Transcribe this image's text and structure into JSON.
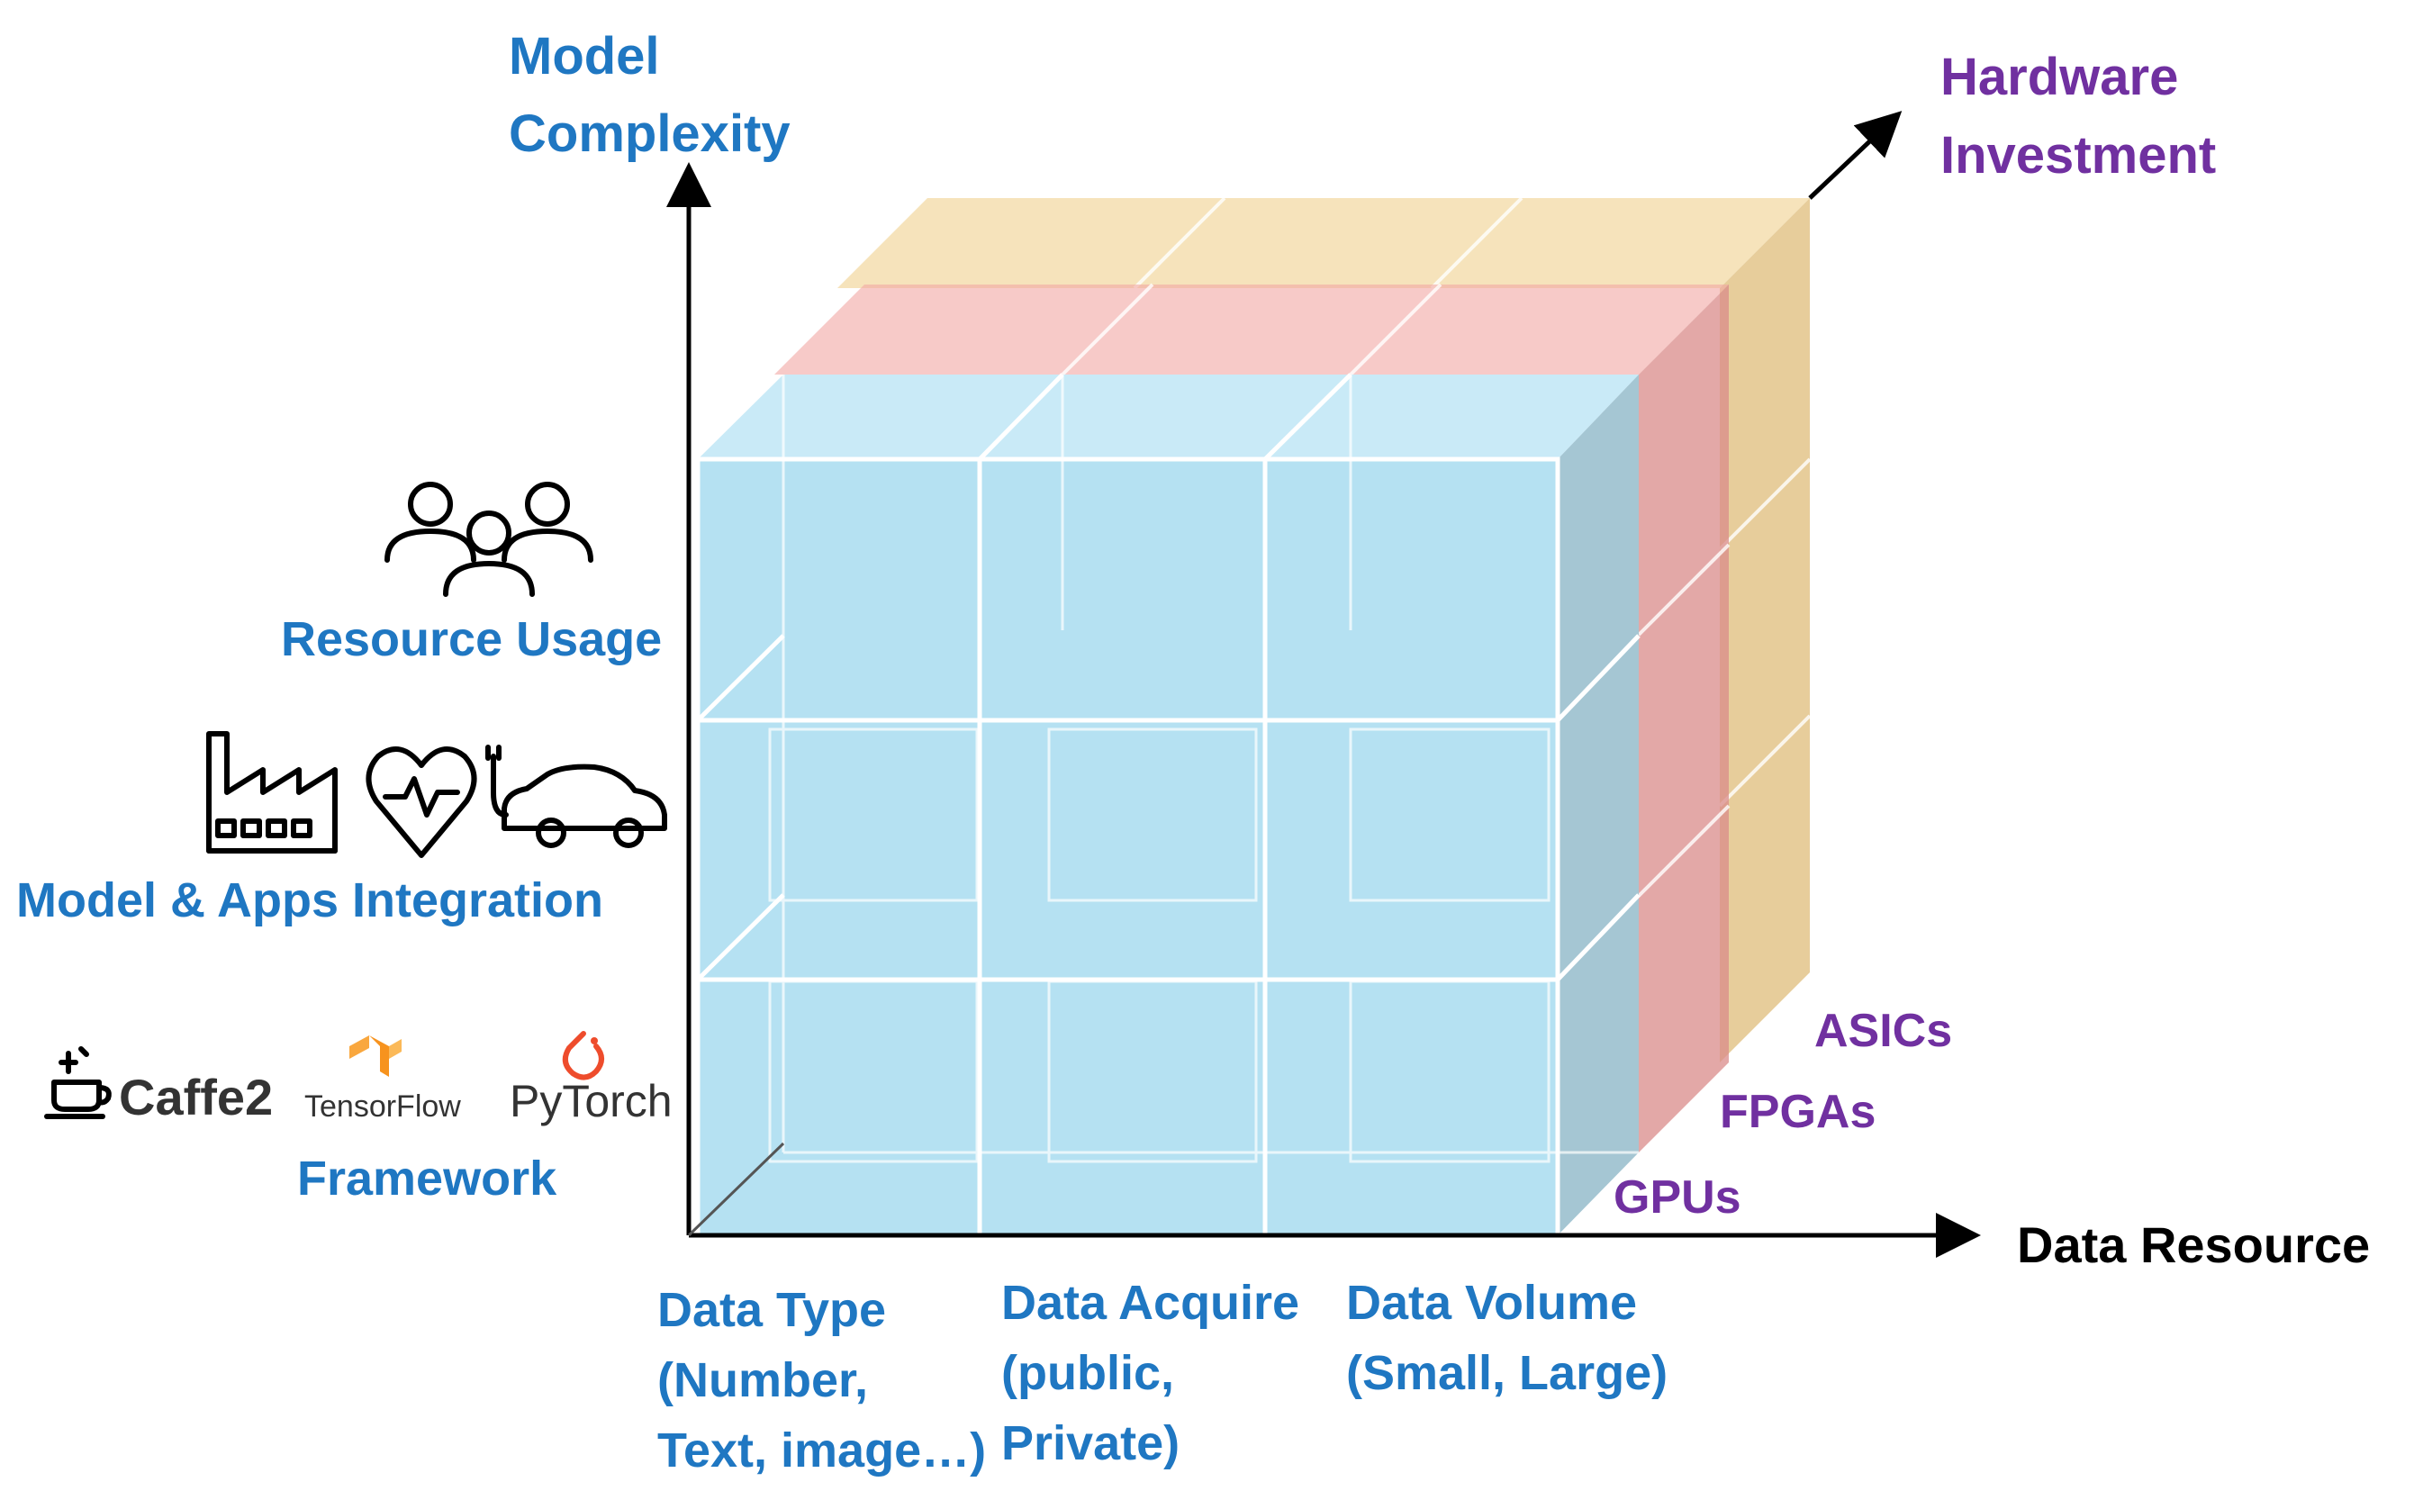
{
  "axes": {
    "vertical_label": [
      "Model",
      "Complexity"
    ],
    "horizontal_label": "Data Resource",
    "depth_label": [
      "Hardware",
      "Investment"
    ]
  },
  "left_labels": {
    "resource_usage": "Resource Usage",
    "model_apps_integration": "Model & Apps Integration",
    "framework": "Framework"
  },
  "frameworks": {
    "caffe2": "Caffe2",
    "tensorflow": "TensorFlow",
    "pytorch": "PyTorch"
  },
  "data_columns": [
    [
      "Data Type",
      "(Number,",
      "Text, image…)"
    ],
    [
      "Data Acquire",
      "(public,",
      "Private)"
    ],
    [
      "Data Volume",
      "(Small, Large)"
    ]
  ],
  "hardware_layers": [
    "ASICs",
    "FPGAs",
    "GPUs"
  ],
  "colors": {
    "label_blue": "#1f77c2",
    "label_purple": "#7030a0",
    "gpu_layer": "#a8dcf0",
    "fpga_layer": "#f2a6a4",
    "asic_layer": "#f3d9a4",
    "tensorflow_orange": "#f7931e",
    "pytorch_red": "#ee4c2c"
  },
  "icons": [
    "people-icon",
    "factory-icon",
    "heartbeat-icon",
    "electric-car-icon",
    "caffe2-cup-icon",
    "tensorflow-logo-icon",
    "pytorch-flame-icon"
  ]
}
